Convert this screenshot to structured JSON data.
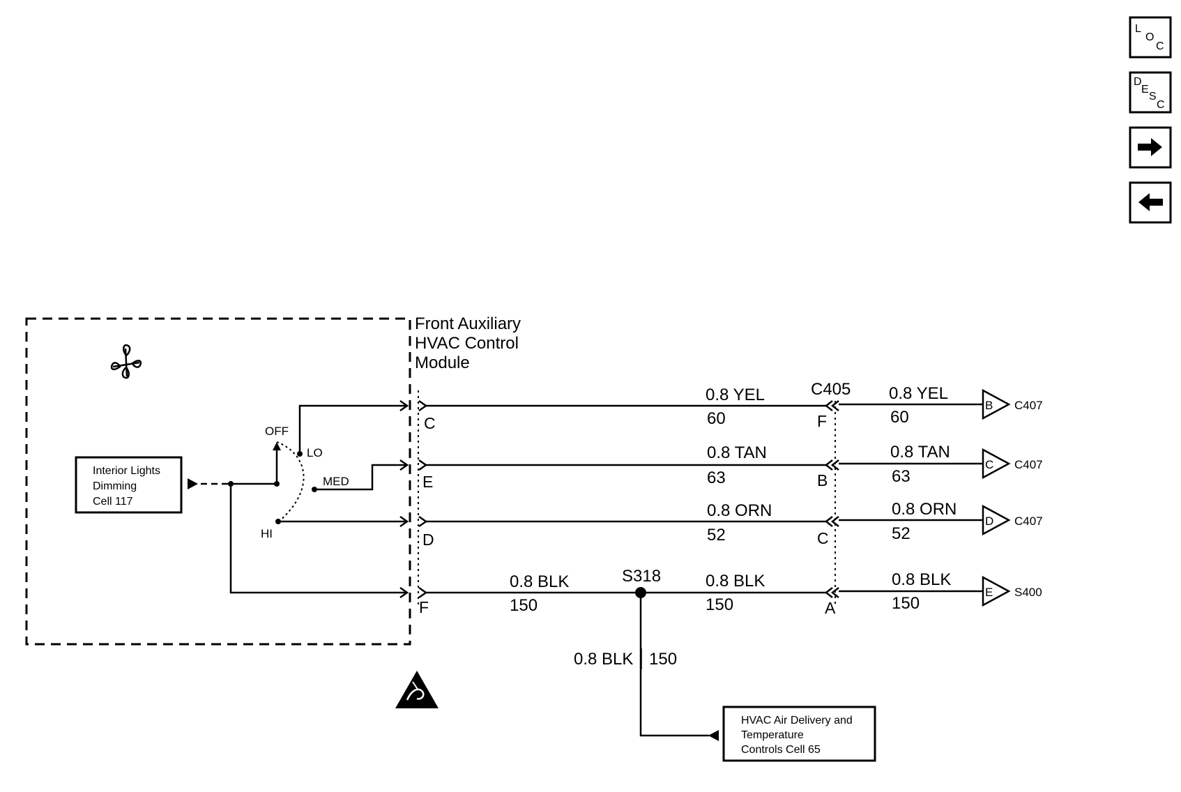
{
  "module": {
    "title_lines": [
      "Front Auxiliary",
      "HVAC Control",
      "Module"
    ]
  },
  "switch": {
    "off": "OFF",
    "lo": "LO",
    "med": "MED",
    "hi": "HI"
  },
  "interior_lights_box": [
    "Interior Lights",
    "Dimming",
    "Cell 117"
  ],
  "hvac_air_box": [
    "HVAC Air Delivery and",
    "Temperature",
    "Controls Cell 65"
  ],
  "module_pins": [
    "C",
    "E",
    "D",
    "F"
  ],
  "connector_c405": {
    "name": "C405",
    "pins": [
      "F",
      "B",
      "C",
      "A"
    ]
  },
  "splice_s318": "S318",
  "wires": [
    {
      "left_color": "0.8 YEL",
      "left_circuit": "60",
      "right_color": "0.8 YEL",
      "right_circuit": "60",
      "dest_pin": "B",
      "dest": "C407"
    },
    {
      "left_color": "0.8 TAN",
      "left_circuit": "63",
      "right_color": "0.8 TAN",
      "right_circuit": "63",
      "dest_pin": "C",
      "dest": "C407"
    },
    {
      "left_color": "0.8 ORN",
      "left_circuit": "52",
      "right_color": "0.8 ORN",
      "right_circuit": "52",
      "dest_pin": "D",
      "dest": "C407"
    },
    {
      "left_color": "0.8 BLK",
      "left_circuit": "150",
      "right_color": "0.8 BLK",
      "right_circuit": "150",
      "dest_pin": "E",
      "dest": "S400"
    }
  ],
  "ground_wire": {
    "pre_splice_color": "0.8 BLK",
    "pre_splice_circuit": "150",
    "drop_color": "0.8 BLK",
    "drop_circuit": "150"
  },
  "nav_buttons": {
    "loc": [
      "L",
      "O",
      "C"
    ],
    "desc": [
      "D",
      "E",
      "S",
      "C"
    ],
    "forward_icon": "arrow-right-icon",
    "back_icon": "arrow-left-icon"
  }
}
